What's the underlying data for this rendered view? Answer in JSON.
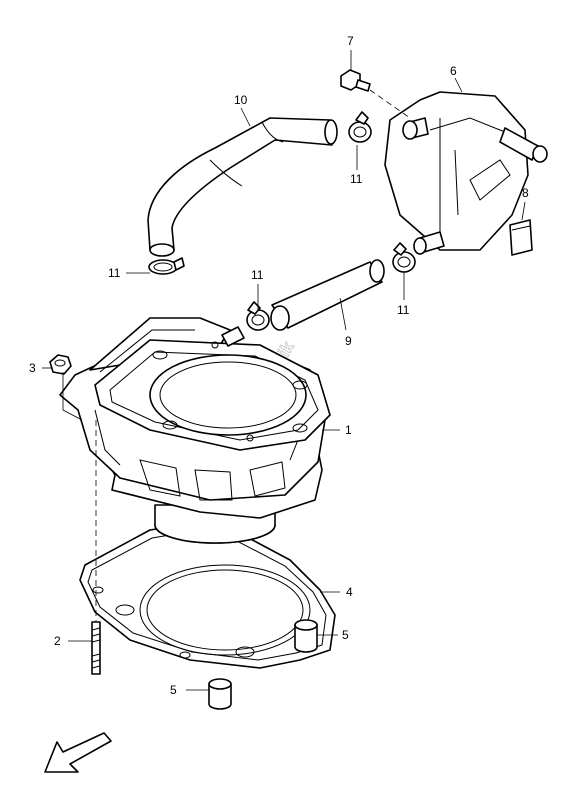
{
  "watermark": "Partsrepublik",
  "callouts": {
    "c1": "1",
    "c2": "2",
    "c3": "3",
    "c4": "4",
    "c5a": "5",
    "c5b": "5",
    "c6": "6",
    "c7": "7",
    "c8": "8",
    "c9": "9",
    "c10": "10",
    "c11a": "11",
    "c11b": "11",
    "c11c": "11",
    "c11d": "11"
  }
}
